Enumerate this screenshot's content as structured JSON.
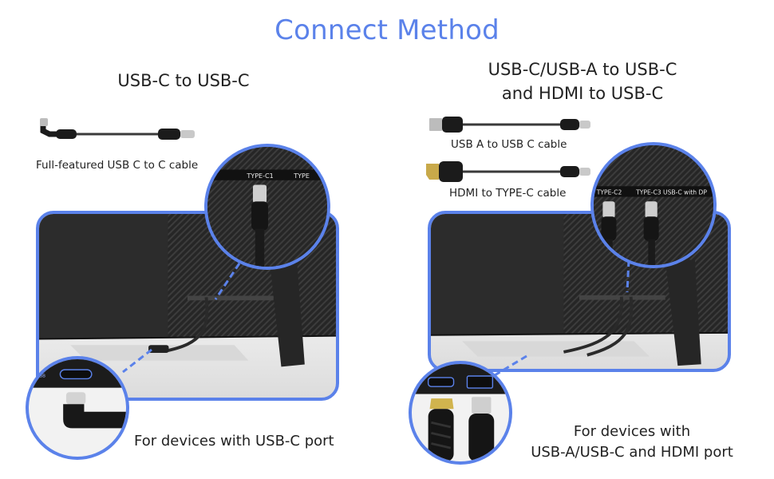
{
  "title": "Connect Method",
  "left": {
    "heading": "USB-C to USB-C",
    "cable_caption": "Full-featured USB C to C cable",
    "port_labels": [
      "TYPE-C1"
    ],
    "bottom_caption": "For devices with USB-C port"
  },
  "right": {
    "heading_line1": "USB-C/USB-A to USB-C",
    "heading_line2": "and HDMI to USB-C",
    "cable1_caption": "USB A to USB C cable",
    "cable2_caption": "HDMI to TYPE-C cable",
    "port_labels": [
      "TYPE-C2",
      "TYPE-C3 USB-C with DP"
    ],
    "bottom_caption_line1": "For devices with",
    "bottom_caption_line2": "USB-A/USB-C and HDMI port"
  },
  "colors": {
    "accent": "#5b82ea",
    "text": "#222222",
    "device": "#2b2b2b"
  }
}
